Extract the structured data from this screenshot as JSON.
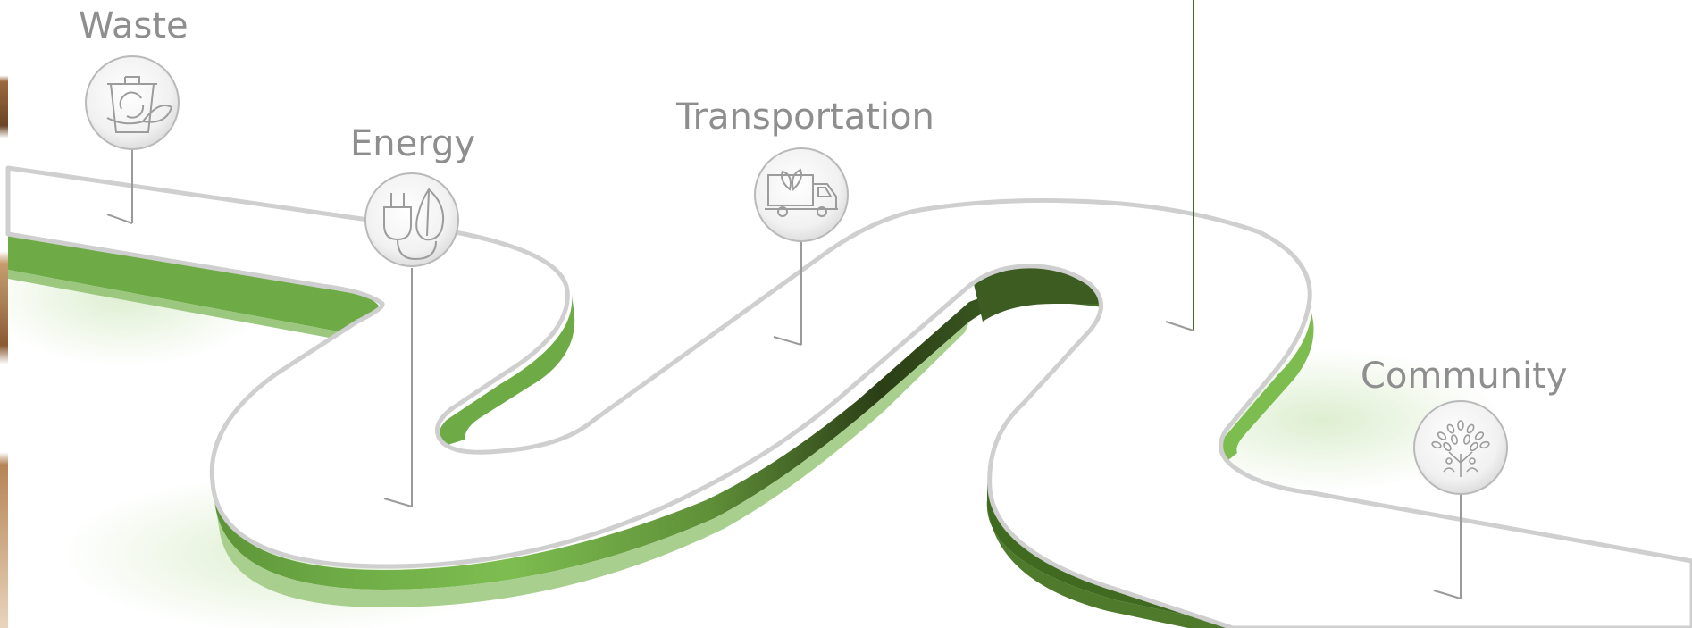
{
  "milestones": [
    {
      "key": "waste",
      "label": "Waste",
      "icon": "recycle-bin-icon"
    },
    {
      "key": "energy",
      "label": "Energy",
      "icon": "plug-leaf-icon"
    },
    {
      "key": "transportation",
      "label": "Transportation",
      "icon": "eco-truck-icon"
    },
    {
      "key": "community",
      "label": "Community",
      "icon": "people-tree-icon"
    }
  ],
  "colors": {
    "road_surface": "#ffffff",
    "road_edge": "#cfcfcf",
    "wall_light": "#7dbd50",
    "wall_mid": "#5a8f36",
    "wall_dark": "#2b3e16",
    "label": "#8e8e8e",
    "pin": "#9a9a9a",
    "accent_line": "#3b6a25",
    "icon_stroke": "#9c9c9c"
  }
}
